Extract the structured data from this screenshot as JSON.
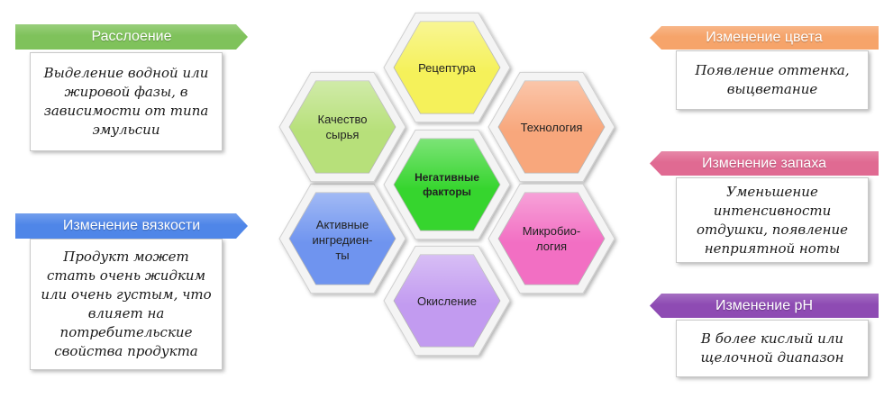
{
  "hexagons": [
    {
      "label": "Рецептура",
      "color": "#f5f15a"
    },
    {
      "label": "Технология",
      "color": "#f8a77c"
    },
    {
      "label": "Микробио-\nлогия",
      "color": "#f26fc3"
    },
    {
      "label": "Окисление",
      "color": "#c29bf0"
    },
    {
      "label": "Активные\nингредиен-\nты",
      "color": "#6f94ef"
    },
    {
      "label": "Качество\nсырья",
      "color": "#b7e07a"
    },
    {
      "label": "Негативные\nфакторы",
      "color": "#36d52e"
    }
  ],
  "cards": [
    {
      "title": "Расслоение",
      "text": "Выделение водной или жировой фазы, в зависимости от типа эмульсии",
      "color": "#7fc25b"
    },
    {
      "title": "Изменение вязкости",
      "text": "Продукт может стать очень жидким или очень густым, что влияет на потребительские свойства продукта",
      "color": "#4f86e8"
    },
    {
      "title": "Изменение цвета",
      "text": "Появление оттенка, выцветание",
      "color": "#f6a46a"
    },
    {
      "title": "Изменение запаха",
      "text": "Уменьшение интенсивности отдушки, появление неприятной ноты",
      "color": "#e06a92"
    },
    {
      "title": "Изменение pH",
      "text": "В более кислый или щелочной диапазон",
      "color": "#8e4bb3"
    }
  ]
}
